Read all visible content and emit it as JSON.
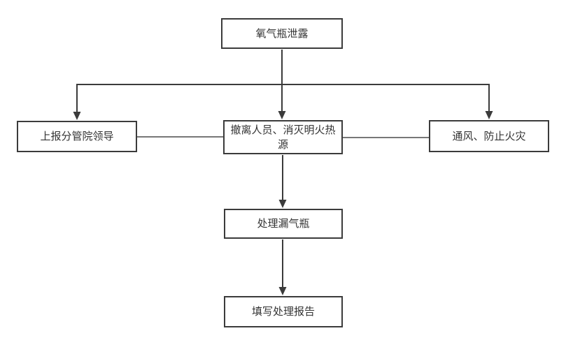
{
  "diagram": {
    "nodes": {
      "start": {
        "label": "氧气瓶泄露"
      },
      "report": {
        "label": "上报分管院领导"
      },
      "evacuate": {
        "label": "撤离人员、消灭明火热源"
      },
      "ventilate": {
        "label": "通风、防止火灾"
      },
      "handle": {
        "label": "处理漏气瓶"
      },
      "final_report": {
        "label": "填写处理报告"
      }
    },
    "edges": [
      {
        "from": "氧气瓶泄露",
        "to": "上报分管院领导",
        "arrow": true
      },
      {
        "from": "氧气瓶泄露",
        "to": "撤离人员、消灭明火热源",
        "arrow": true
      },
      {
        "from": "氧气瓶泄露",
        "to": "通风、防止火灾",
        "arrow": true
      },
      {
        "from": "上报分管院领导",
        "to": "撤离人员、消灭明火热源",
        "arrow": false
      },
      {
        "from": "撤离人员、消灭明火热源",
        "to": "通风、防止火灾",
        "arrow": false
      },
      {
        "from": "撤离人员、消灭明火热源",
        "to": "处理漏气瓶",
        "arrow": true
      },
      {
        "from": "处理漏气瓶",
        "to": "填写处理报告",
        "arrow": true
      }
    ],
    "colors": {
      "line": "#3b3b3b",
      "box_border": "#3b3b3b",
      "text": "#333333",
      "background": "#ffffff"
    }
  }
}
